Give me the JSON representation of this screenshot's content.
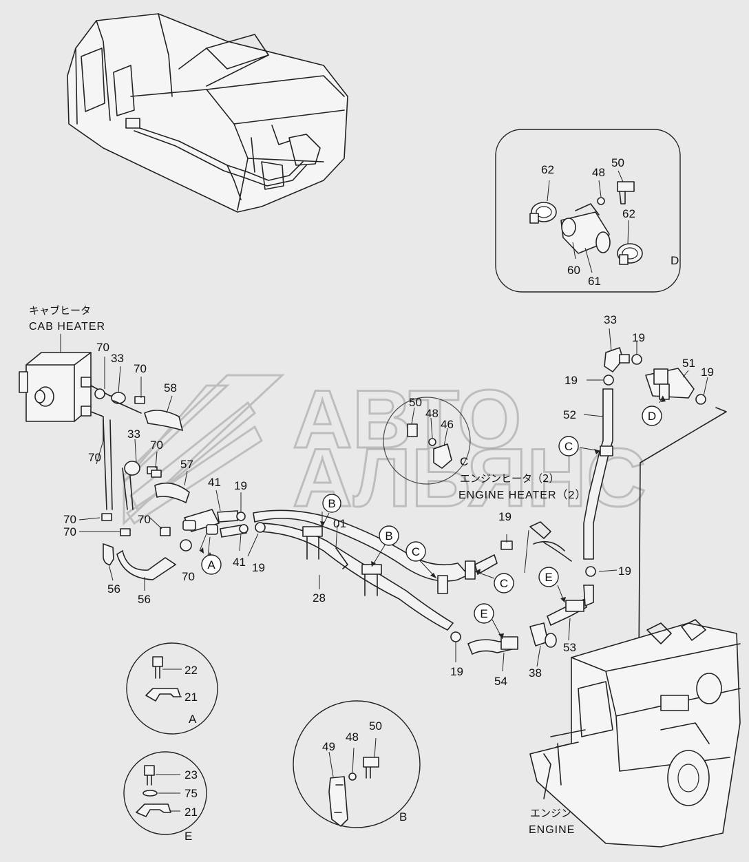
{
  "watermark": {
    "line1": "АВТО",
    "line2": "АЛЬЯНС"
  },
  "captions": {
    "cab_heater_jp": "キャブヒータ",
    "cab_heater_en": "CAB HEATER",
    "engine_heater_jp": "エンジンヒータ（2）",
    "engine_heater_en": "ENGINE HEATER（2）",
    "engine_jp": "エンジン",
    "engine_en": "ENGINE"
  },
  "detail_letters": {
    "A": "A",
    "B": "B",
    "C": "C",
    "D": "D",
    "E": "E"
  },
  "callouts": {
    "d62a": "62",
    "d48": "48",
    "d50": "50",
    "d62b": "62",
    "d60": "60",
    "d61": "61",
    "c50": "50",
    "c48": "48",
    "c46": "46",
    "p70a": "70",
    "p33a": "33",
    "p70b": "70",
    "p58": "58",
    "p33b": "33",
    "p70c": "70",
    "p70d": "70",
    "p57": "57",
    "p41a": "41",
    "p19a": "19",
    "p70e": "70",
    "p70f": "70",
    "p70g": "70",
    "p70h": "70",
    "p41b": "41",
    "p19b": "19",
    "p56a": "56",
    "p56b": "56",
    "p01": "01",
    "p28": "28",
    "p19c": "19",
    "p33c": "33",
    "p19d": "19",
    "p51": "51",
    "p19e": "19",
    "p19f": "19",
    "p52": "52",
    "p19g": "19",
    "p53": "53",
    "p54": "54",
    "p38": "38",
    "p19h": "19",
    "a22": "22",
    "a21": "21",
    "e23": "23",
    "e75": "75",
    "e21": "21",
    "b50": "50",
    "b48": "48",
    "b49": "49"
  },
  "colors": {
    "background": "#e9e9e9",
    "line": "#222222",
    "watermark": "#9a9a9a"
  }
}
